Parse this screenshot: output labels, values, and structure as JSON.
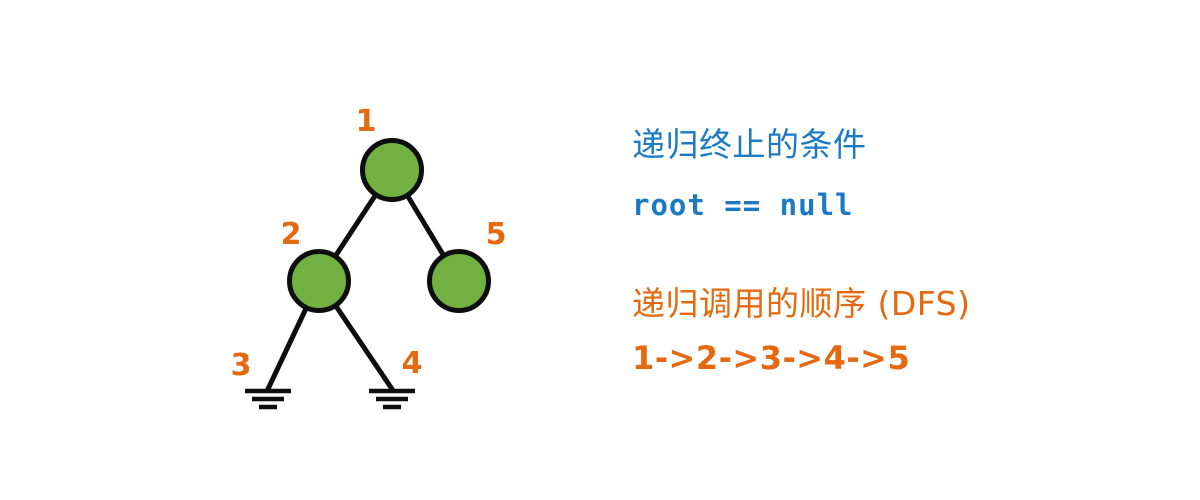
{
  "diagram": {
    "node_labels": {
      "root": "1",
      "left_child": "2",
      "right_child": "5",
      "left_null": "3",
      "right_null": "4"
    },
    "colors": {
      "node_fill": "#72b041",
      "node_stroke": "#0d0d0d",
      "edge": "#0d0d0d",
      "label_orange": "#e5690f"
    }
  },
  "panel": {
    "termination": {
      "title": "递归终止的条件",
      "code": "root == null",
      "color": "#1b7ac2"
    },
    "order": {
      "title": "递归调用的顺序 (DFS)",
      "sequence": "1->2->3->4->5",
      "color": "#e5690f"
    }
  }
}
